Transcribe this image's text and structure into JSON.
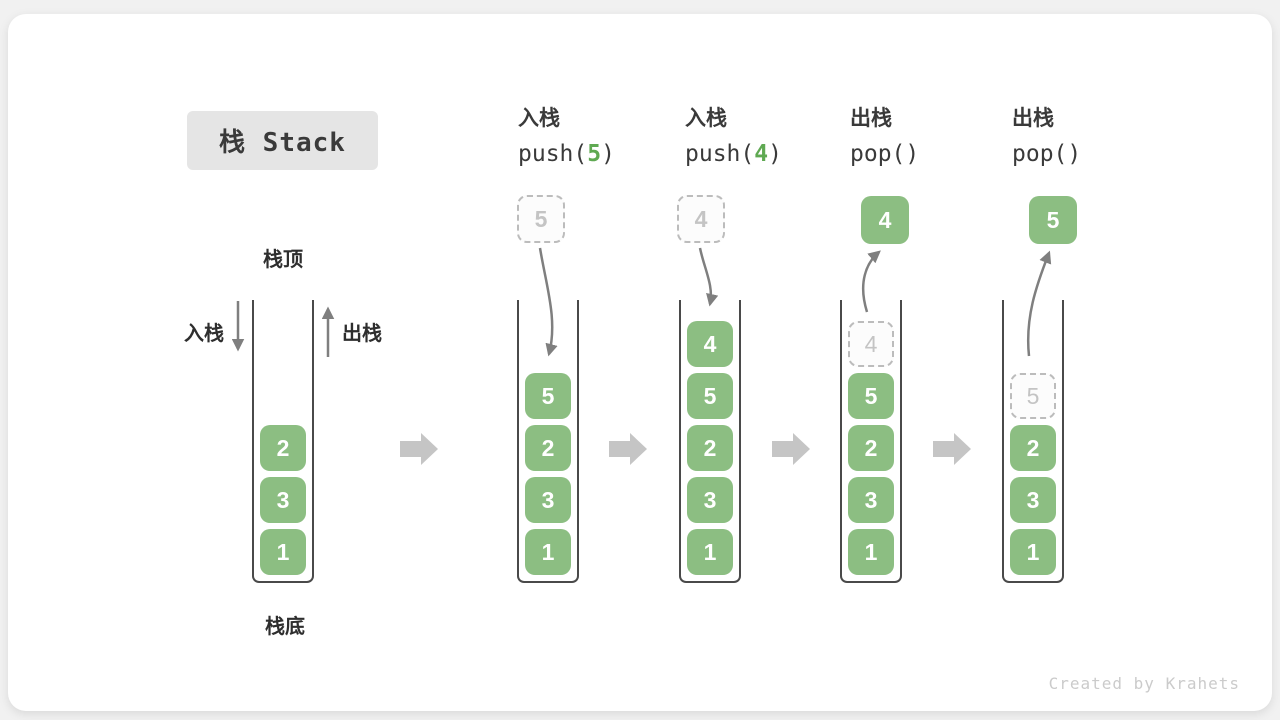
{
  "header": {
    "title": "栈 Stack"
  },
  "operations": [
    {
      "name": "入栈",
      "code_pre": "push(",
      "arg": "5",
      "code_post": ")"
    },
    {
      "name": "入栈",
      "code_pre": "push(",
      "arg": "4",
      "code_post": ")"
    },
    {
      "name": "出栈",
      "code_pre": "pop(",
      "arg": "",
      "code_post": ")"
    },
    {
      "name": "出栈",
      "code_pre": "pop(",
      "arg": "",
      "code_post": ")"
    }
  ],
  "initial_stack_labels": {
    "top_label": "栈顶",
    "bottom_label": "栈底",
    "push_label": "入栈",
    "pop_label": "出栈"
  },
  "stacks": [
    {
      "items": [
        "2",
        "3",
        "1"
      ]
    },
    {
      "floating": "5",
      "items": [
        "5",
        "2",
        "3",
        "1"
      ]
    },
    {
      "floating": "4",
      "items": [
        "4",
        "5",
        "2",
        "3",
        "1"
      ]
    },
    {
      "floating": "4",
      "ghost": "4",
      "items": [
        "5",
        "2",
        "3",
        "1"
      ]
    },
    {
      "floating": "5",
      "ghost": "5",
      "items": [
        "2",
        "3",
        "1"
      ]
    }
  ],
  "footer": {
    "watermark": "Created by Krahets"
  },
  "colors": {
    "box_green": "#8CBE82",
    "code_arg_green": "#5FA952",
    "wall_dark": "#4A4A4A",
    "arrow_gray": "#7F7F7F",
    "block_arrow_gray": "#C5C5C5",
    "ghost_border": "#BCBCBC",
    "title_bg": "#E5E5E5"
  }
}
